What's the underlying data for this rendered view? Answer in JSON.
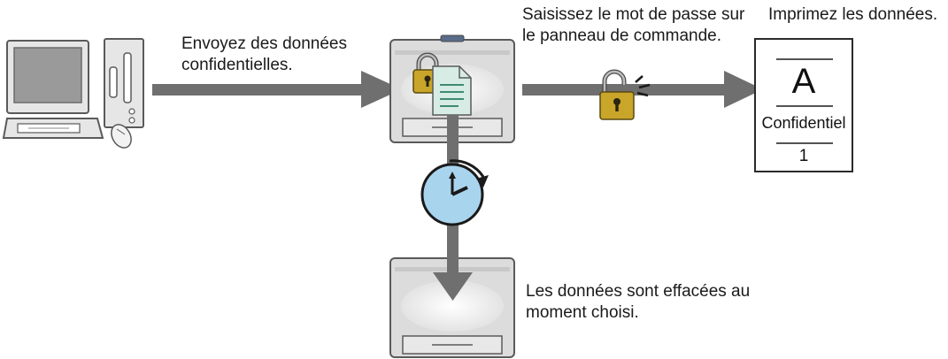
{
  "labels": {
    "send": "Envoyez des données\nconfidentielles.",
    "enter_password": "Saisissez le mot de passe sur\nle panneau de commande.",
    "print": "Imprimez les données.",
    "erased": "Les données sont effacées au\nmoment choisi."
  },
  "printed_document": {
    "letter": "A",
    "caption": "Confidentiel",
    "page_number": "1"
  },
  "icons": [
    "computer-icon",
    "printer-icon",
    "lock-closed-icon",
    "document-icon",
    "lock-open-icon",
    "clock-icon",
    "printed-document-icon"
  ],
  "colors": {
    "arrow": "#6f6f6f",
    "device_body": "#dcdcdc",
    "device_outline": "#5a5a5a",
    "screen": "#9a9a9a",
    "clock_face": "#a9d4ee",
    "lock_body": "#c9a52a",
    "document_tint": "#d6ece4"
  }
}
